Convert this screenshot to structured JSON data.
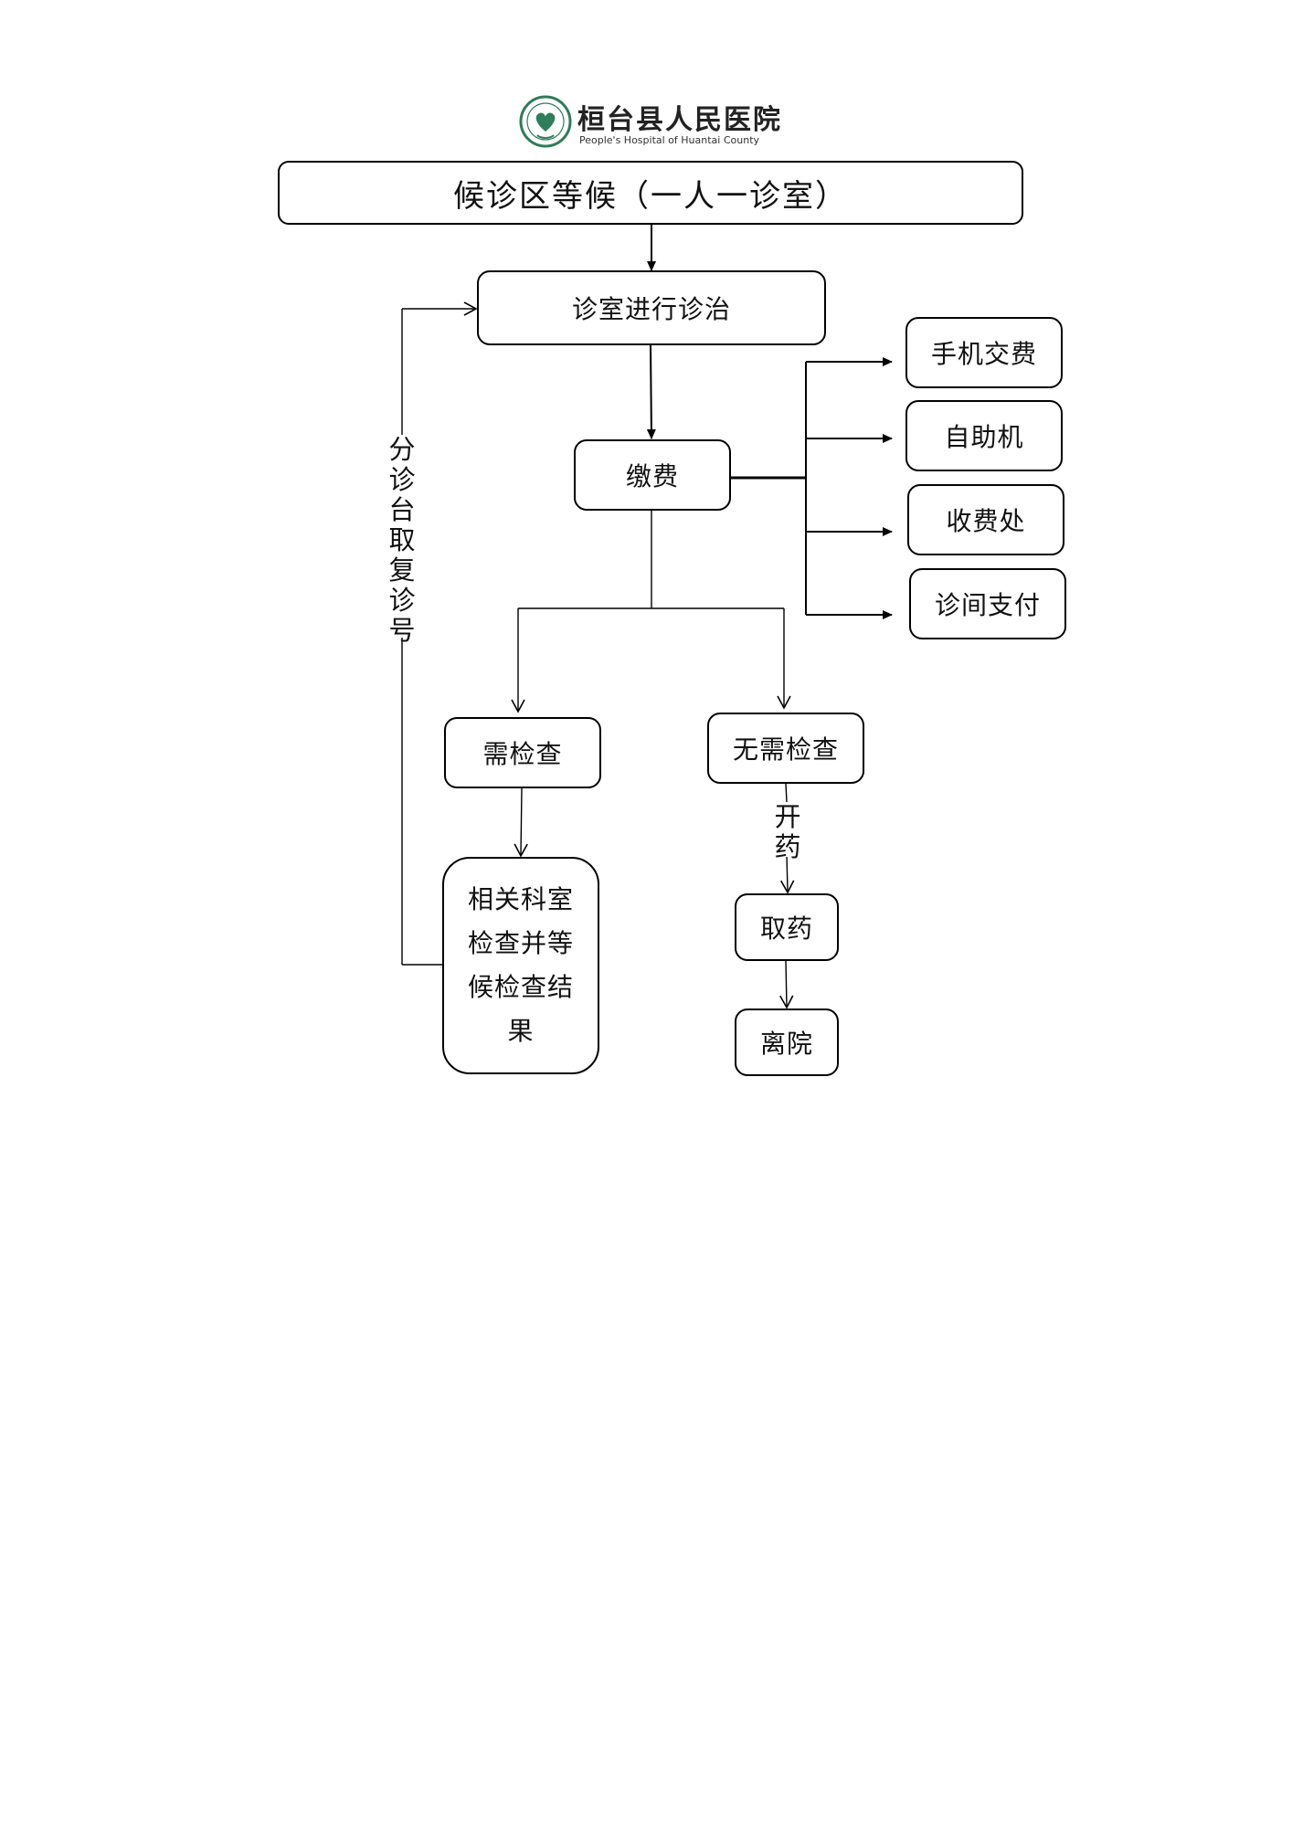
{
  "header": {
    "hospital_name": "桓台县人民医院",
    "hospital_name_en": "People's Hospital of Huantai County",
    "logo_color": "#2e7d5b"
  },
  "flow": {
    "waiting": "候诊区等候（一人一诊室）",
    "consult": "诊室进行诊治",
    "payment": "缴费",
    "pay_options": [
      "手机交费",
      "自助机",
      "收费处",
      "诊间支付"
    ],
    "need_exam": "需检查",
    "no_exam": "无需检查",
    "exam_lines": [
      "相关科室",
      "检查并等",
      "候检查结",
      "果"
    ],
    "prescribe_label": "开药",
    "get_medicine": "取药",
    "leave": "离院",
    "return_label": "分诊台取复诊号"
  },
  "colors": {
    "line": "#000000",
    "box_border": "#000000"
  }
}
